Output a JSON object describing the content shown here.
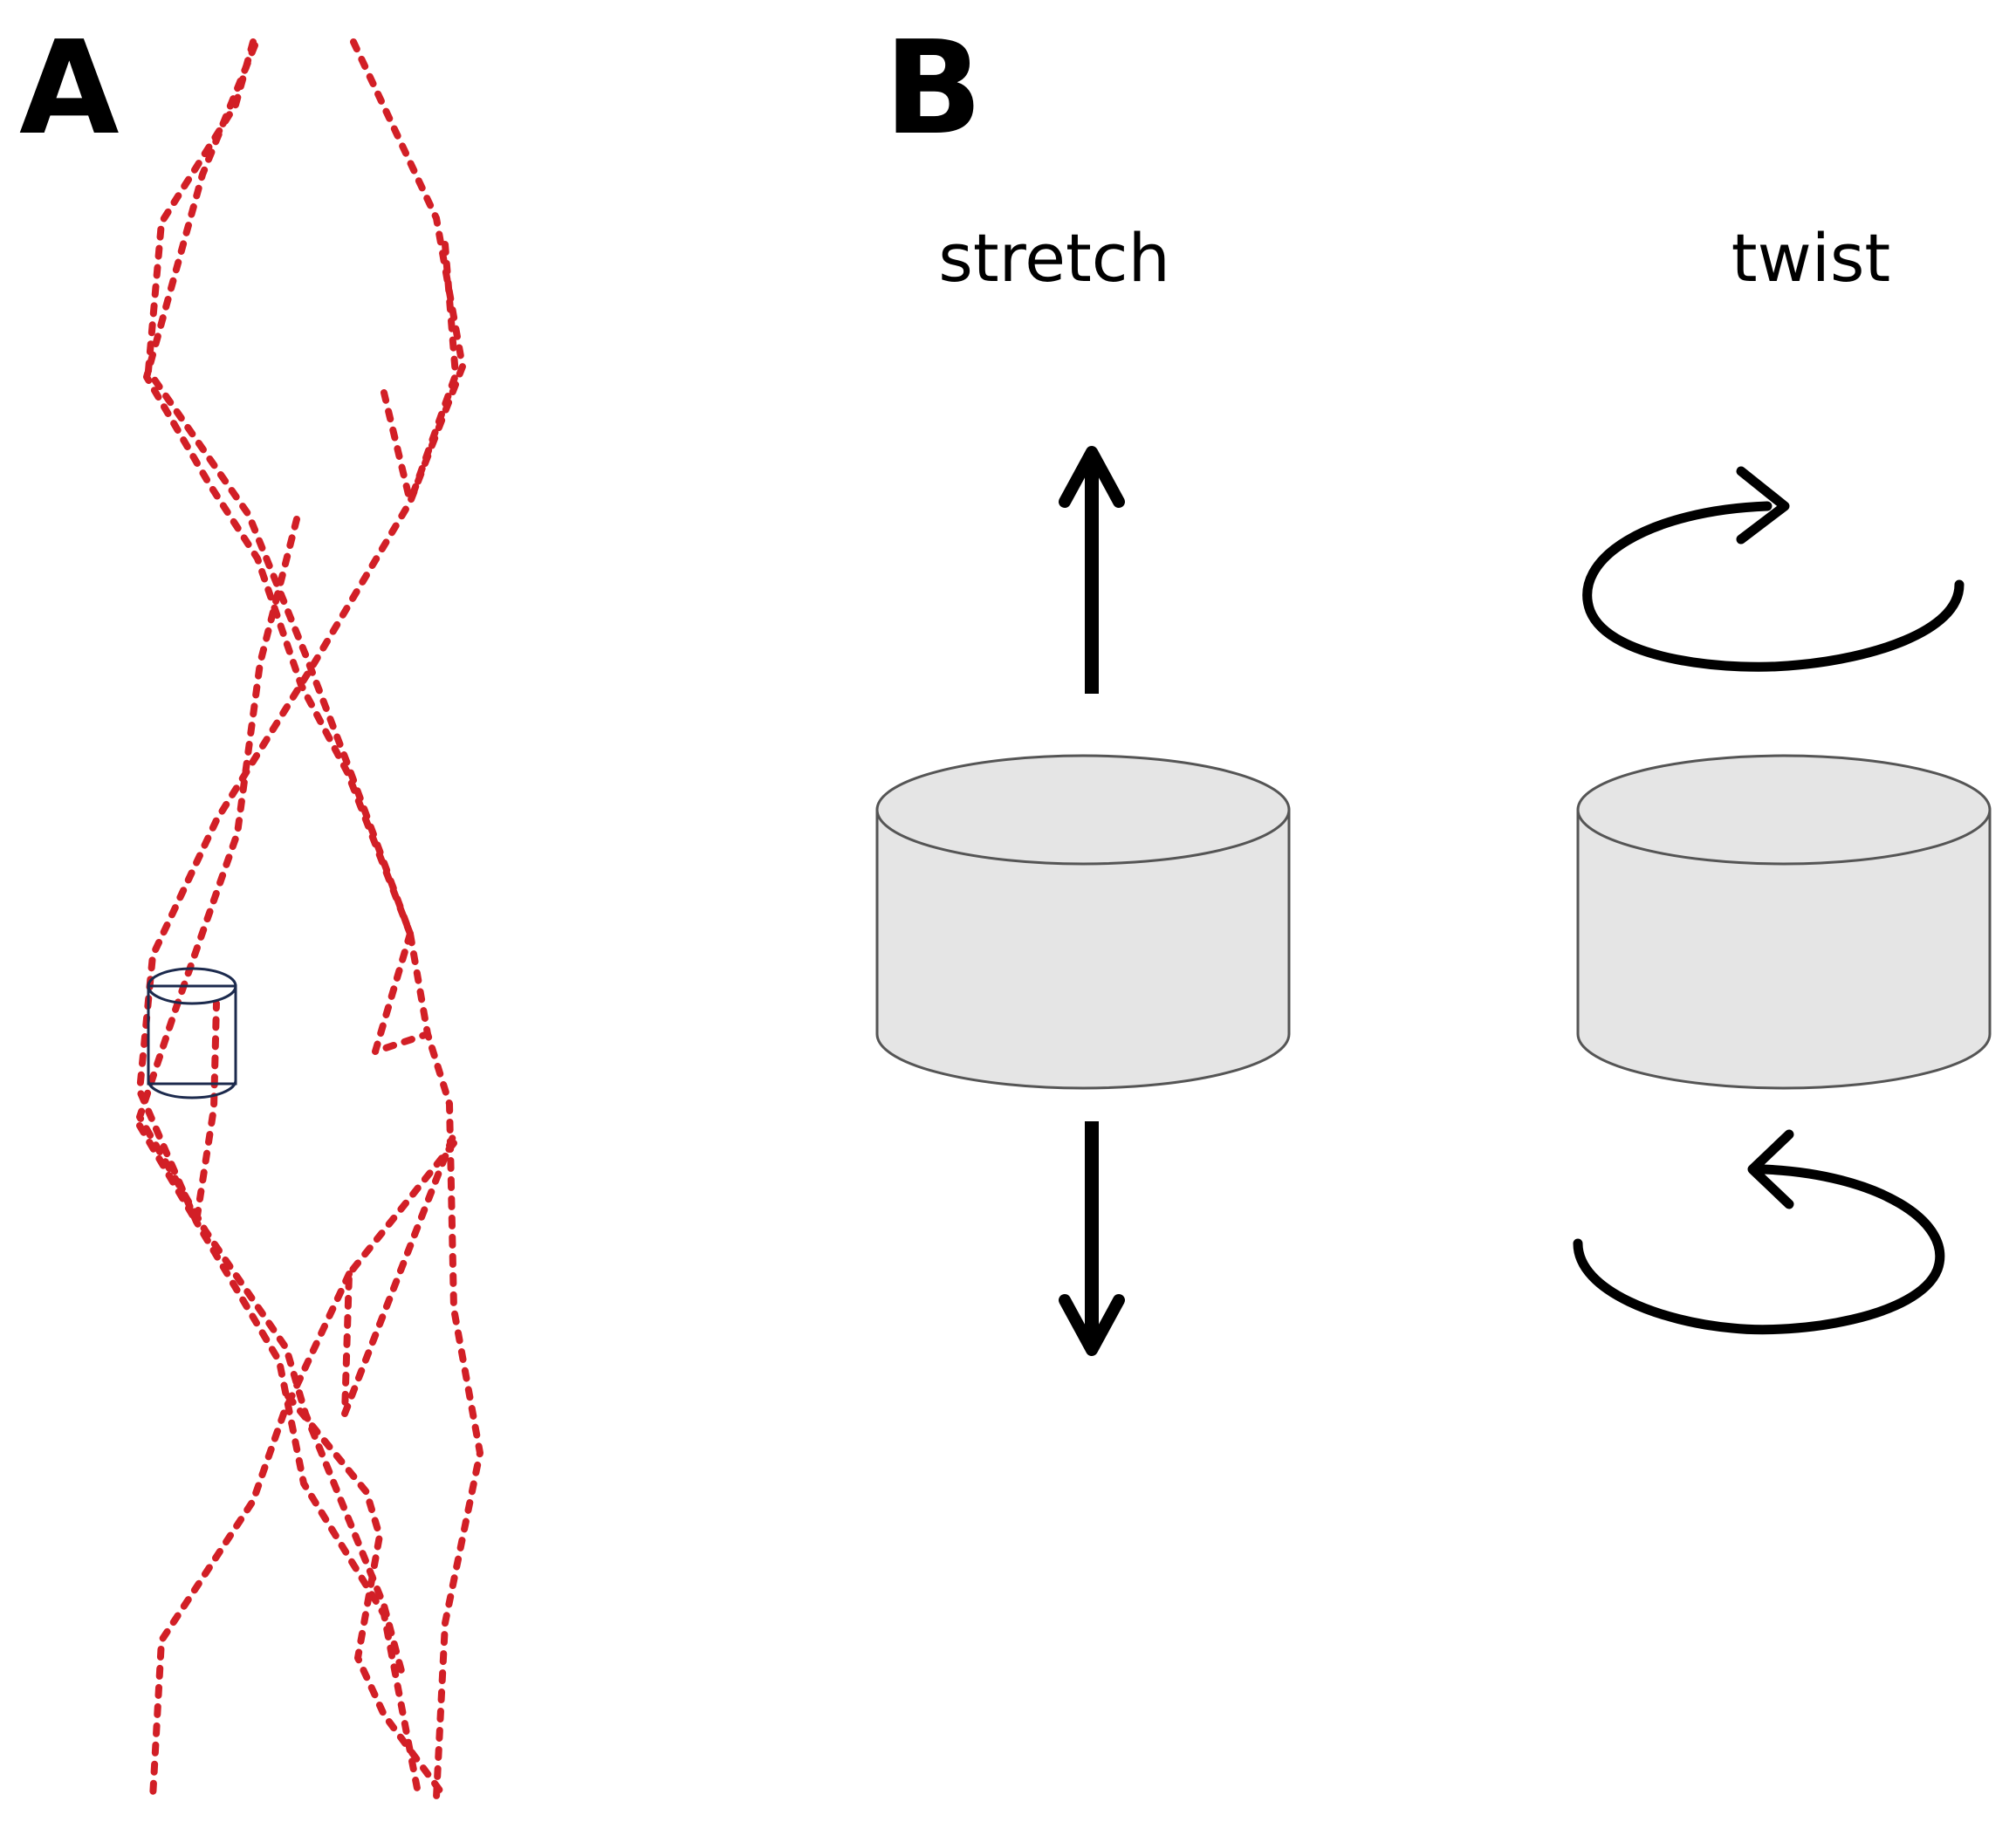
{
  "panels": {
    "a": {
      "label": "A"
    },
    "b": {
      "label": "B",
      "left_caption": "stretch",
      "right_caption": "twist"
    }
  },
  "colors": {
    "dna_strand": "#d21f26",
    "segment_outline": "#1c2a4d",
    "cylinder_fill": "#e5e5e5",
    "cylinder_stroke": "#555555",
    "arrows": "#000000"
  },
  "icons": [
    "up-arrow-icon",
    "down-arrow-icon",
    "clockwise-rotation-icon",
    "counterclockwise-rotation-icon"
  ]
}
